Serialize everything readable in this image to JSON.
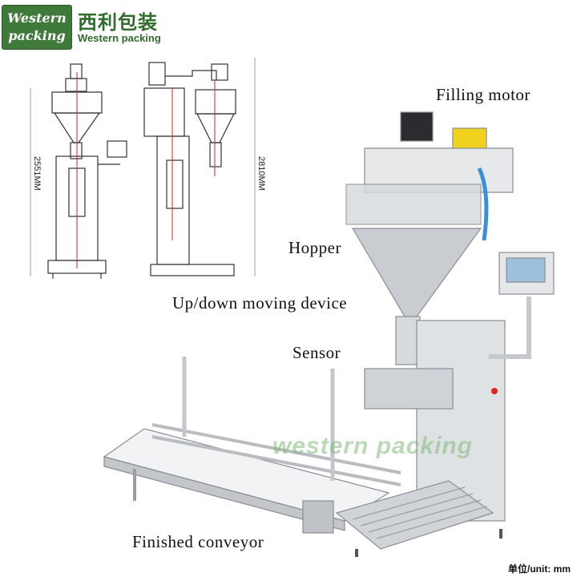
{
  "logo": {
    "line1": "Western",
    "line2": "packing",
    "cn_name": "西利包装",
    "en_name": "Western packing"
  },
  "labels": {
    "filling_motor": "Filling motor",
    "hopper": "Hopper",
    "updown": "Up/down moving device",
    "sensor": "Sensor",
    "conveyor": "Finished  conveyor"
  },
  "dims": {
    "front_height": "2551MM",
    "side_height": "2810MM"
  },
  "unit": "单位/unit: mm",
  "watermark": "western packing",
  "colors": {
    "brand_green": "#3f7a3a",
    "steel": "#c9ccd0",
    "dim_line": "#b7b9ee",
    "red_axis": "#d22"
  }
}
